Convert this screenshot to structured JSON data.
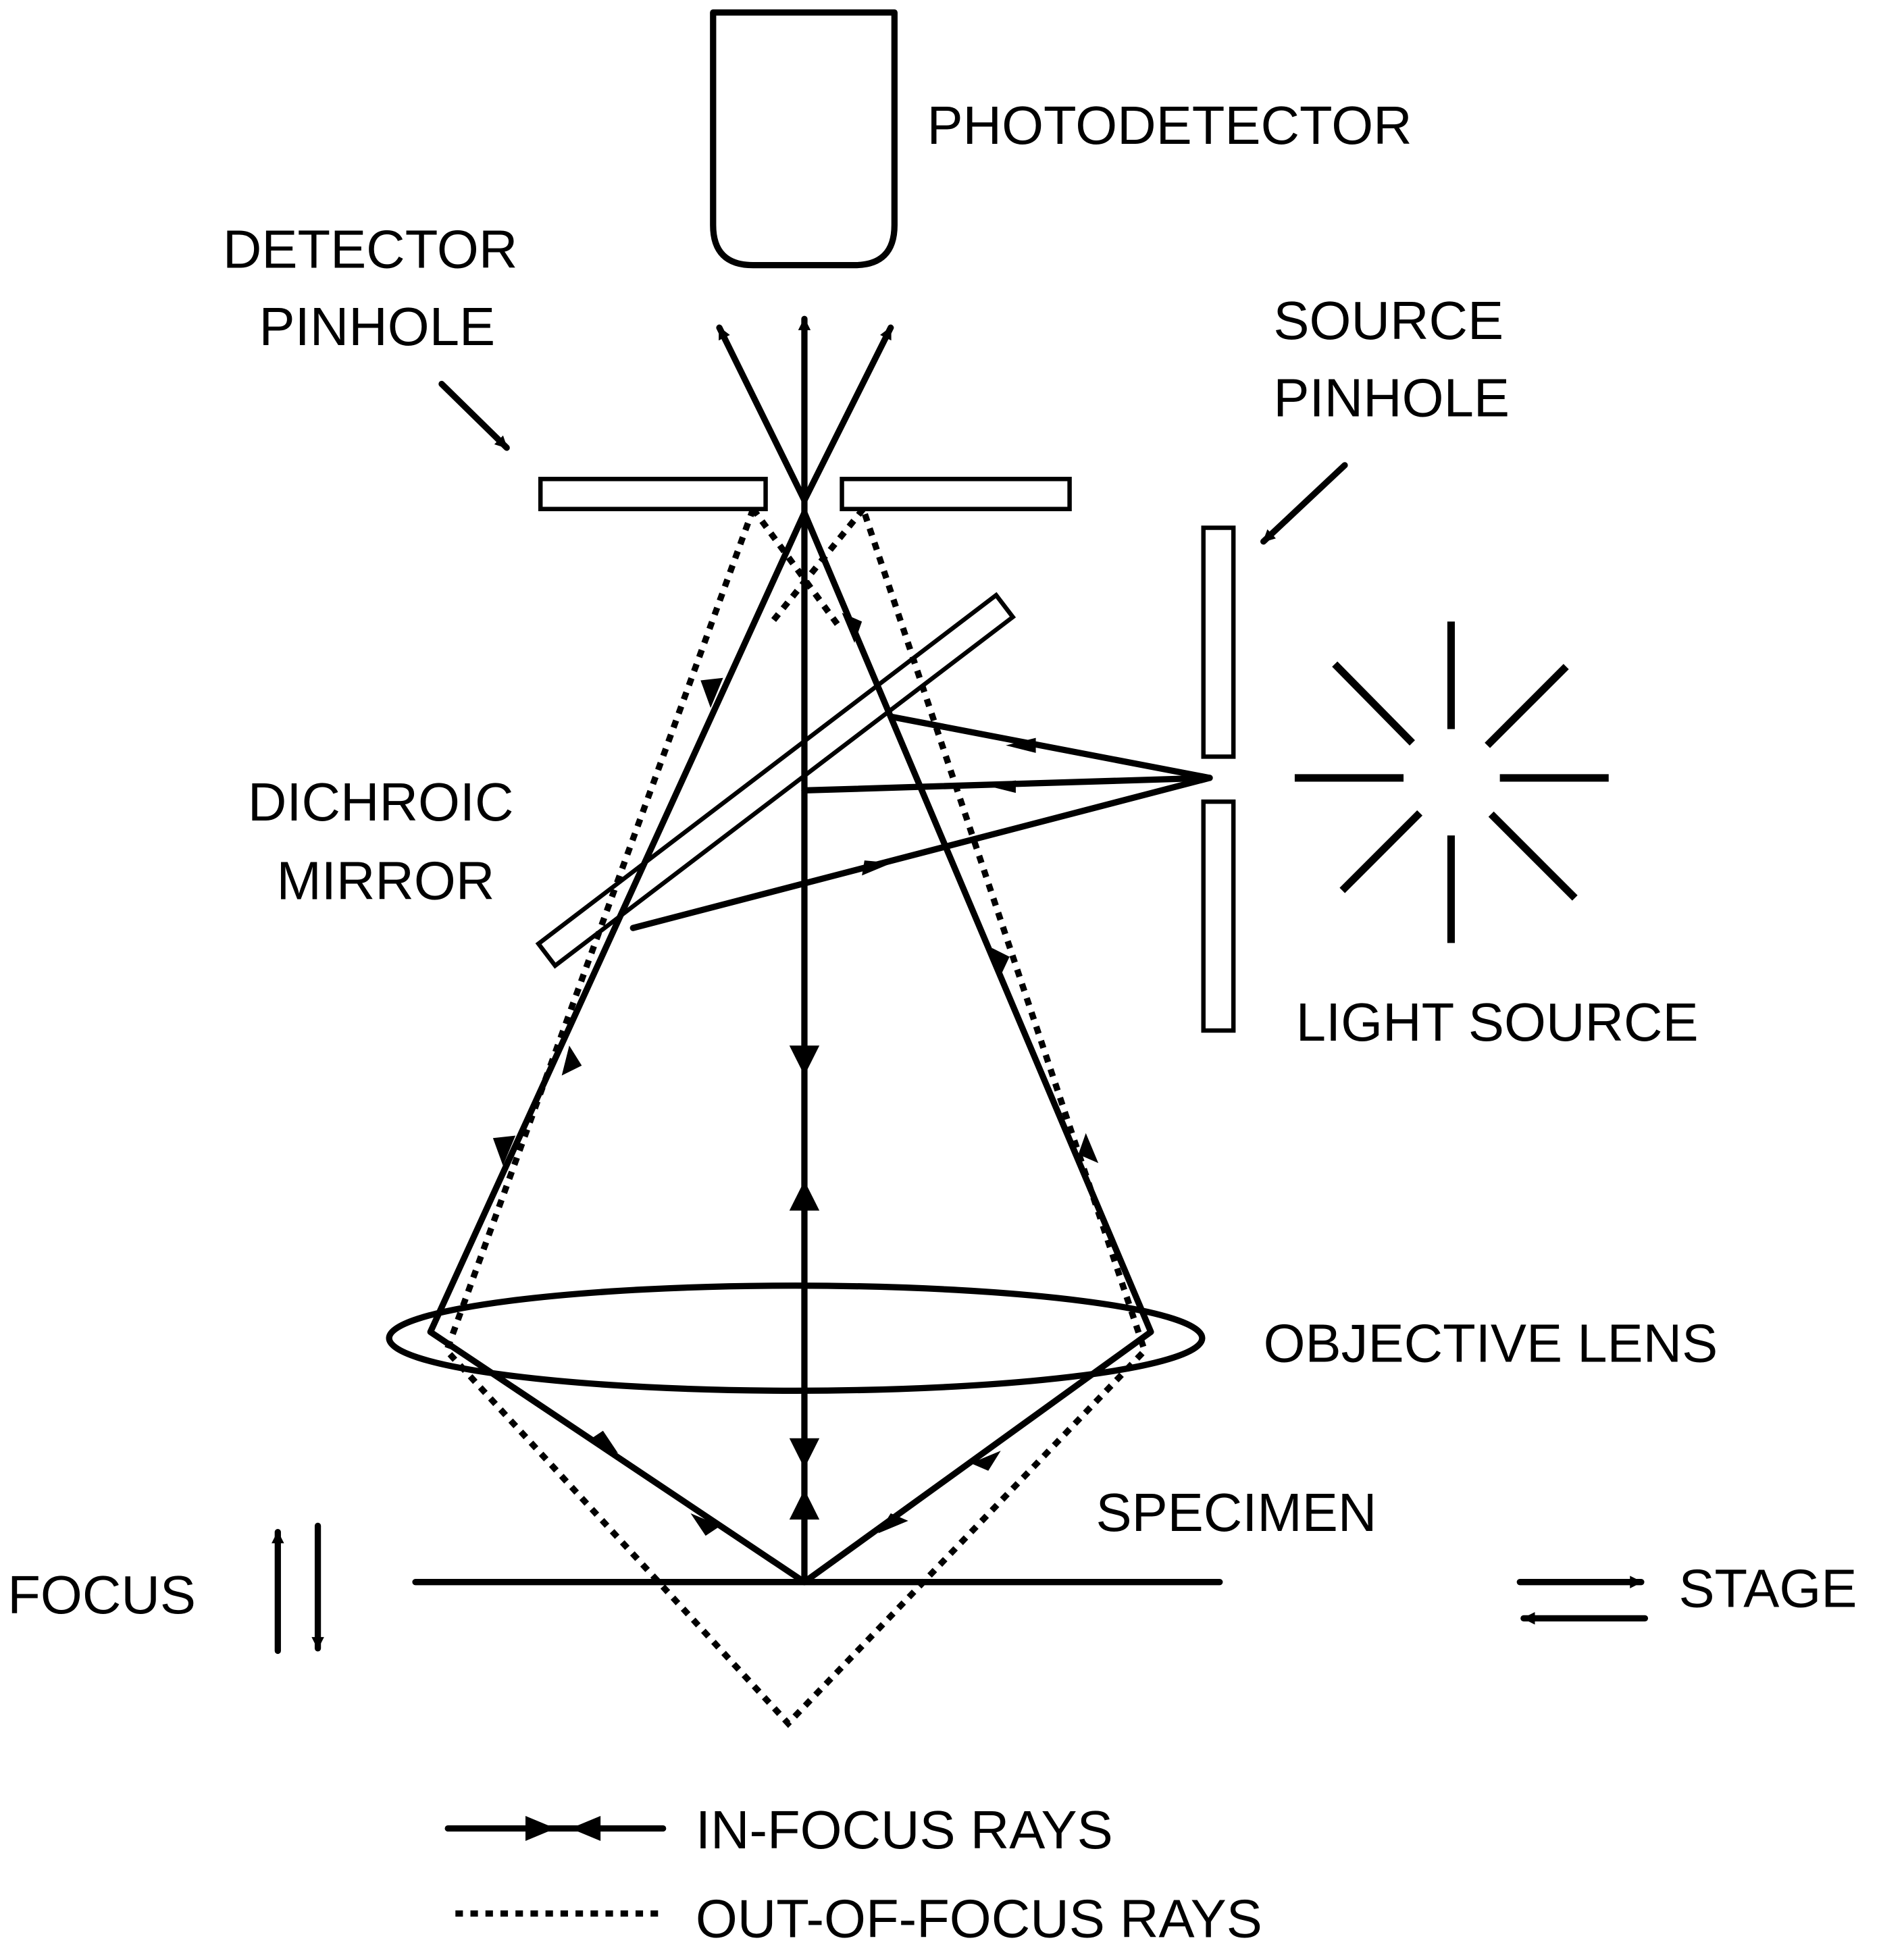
{
  "labels": {
    "photodetector": "PHOTODETECTOR",
    "detector_pinhole_line1": "DETECTOR",
    "detector_pinhole_line2": "PINHOLE",
    "source_pinhole_line1": "SOURCE",
    "source_pinhole_line2": "PINHOLE",
    "dichroic_line1": "DICHROIC",
    "dichroic_line2": "MIRROR",
    "light_source": "LIGHT SOURCE",
    "objective_lens": "OBJECTIVE LENS",
    "specimen": "SPECIMEN",
    "focus": "FOCUS",
    "stage": "STAGE"
  },
  "legend": {
    "in_focus": "IN-FOCUS RAYS",
    "out_of_focus": "OUT-OF-FOCUS RAYS"
  },
  "colors": {
    "ink": "#000000",
    "background": "#ffffff"
  }
}
